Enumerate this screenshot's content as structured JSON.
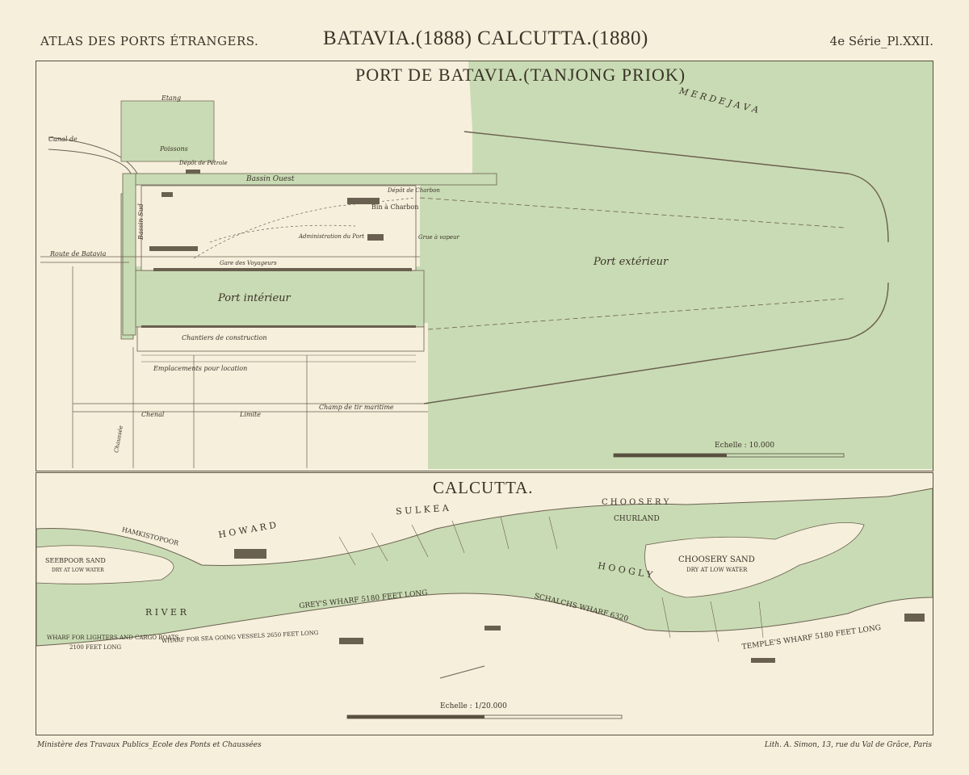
{
  "header": {
    "left": "ATLAS DES PORTS ÉTRANGERS.",
    "center": "BATAVIA.(1888) CALCUTTA.(1880)",
    "right": "4e Série_Pl.XXII."
  },
  "batavia": {
    "title": "PORT DE BATAVIA.(TANJONG PRIOK)",
    "labels": {
      "sea": "M E R   D E   J A V A",
      "outer_port": "Port  extérieur",
      "inner_port": "Port  intérieur",
      "bassin_ouest": "Bassin Ouest",
      "bassin_sud": "Bassin Sud",
      "canal": "Canal de ",
      "route": "Route de Batavia",
      "etang": "Etang",
      "poissons": "Poissons",
      "depot_petrole": "Dépôt de Pétrole",
      "depot_charbon": "Dépôt de Charbon",
      "bassin_charbon": "Bin à Charbon",
      "grue": "Grue à vapeur",
      "administration": "Administration du Port",
      "gare": "Gare des Voyageurs",
      "chantiers": "Chantiers de construction",
      "emplacements": "Emplacements pour location",
      "champ_tir": "Champ de tir maritime",
      "chenal": "Chenal",
      "limite": "Limite",
      "chaussee": "Chaussée",
      "scale": "Echelle : 10.000"
    }
  },
  "calcutta": {
    "title": "CALCUTTA.",
    "labels": {
      "sulkea": "S  U  L  K  E  A",
      "choosery": "C H O O S E R Y",
      "howard": "H O W A R D",
      "hamkistopoor": "HAMKISTOPOOR",
      "churland": "CHURLAND",
      "seebpoor_sand": "SEEBPOOR SAND",
      "dry_low_water": "DRY AT LOW WATER",
      "choosery_sand": "CHOOSERY SAND",
      "choosery_dry": "DRY AT LOW WATER",
      "river": "R   I   V   E   R",
      "hoogly": "H    O    O    G    L    Y",
      "greys_wharf": "GREY'S WHARF 5180 FEET LONG",
      "schalchs_wharf": "SCHALCHS WHARF 6320",
      "temples_wharf": "TEMPLE'S WHARF 5180 FEET LONG",
      "wharf_lighters": "WHARF FOR LIGHTERS AND CARGO BOATS",
      "wharf_sea": "WHARF FOR SEA GOING VESSELS 2650 FEET LONG",
      "wharf_2100": "2100 FEET LONG",
      "scale": "Echelle : 1/20.000"
    }
  },
  "footer": {
    "left": "Ministère des Travaux Publics_Ecole des Ponts et Chaussées",
    "right": "Lith. A. Simon, 13, rue du Val de Grâce, Paris"
  }
}
